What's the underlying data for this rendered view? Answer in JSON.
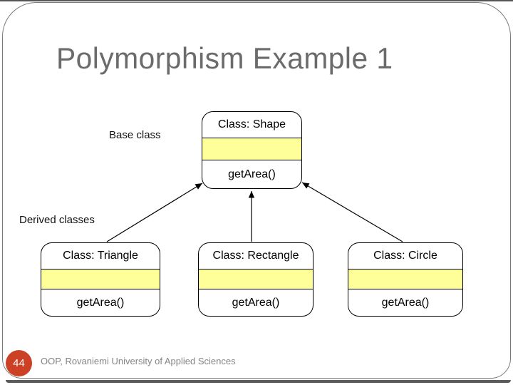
{
  "slide": {
    "title": "Polymorphism Example 1",
    "page_number": "44",
    "footer": "OOP, Rovaniemi University of Applied Sciences"
  },
  "labels": {
    "base_class": "Base class",
    "derived_classes": "Derived classes"
  },
  "diagram": {
    "base": {
      "name": "Class: Shape",
      "attributes": "",
      "method": "getArea()"
    },
    "derived": [
      {
        "name": "Class: Triangle",
        "attributes": "",
        "method": "getArea()"
      },
      {
        "name": "Class: Rectangle",
        "attributes": "",
        "method": "getArea()"
      },
      {
        "name": "Class: Circle",
        "attributes": "",
        "method": "getArea()"
      }
    ],
    "relationships": [
      {
        "from": "Class: Triangle",
        "to": "Class: Shape",
        "type": "inheritance"
      },
      {
        "from": "Class: Rectangle",
        "to": "Class: Shape",
        "type": "inheritance"
      },
      {
        "from": "Class: Circle",
        "to": "Class: Shape",
        "type": "inheritance"
      }
    ]
  },
  "colors": {
    "attribute_band": "#ffff99",
    "page_badge": "#cc4125",
    "title_text": "#6b6b6b",
    "footer_text": "#858585",
    "frame_border": "#7a7a7a"
  }
}
